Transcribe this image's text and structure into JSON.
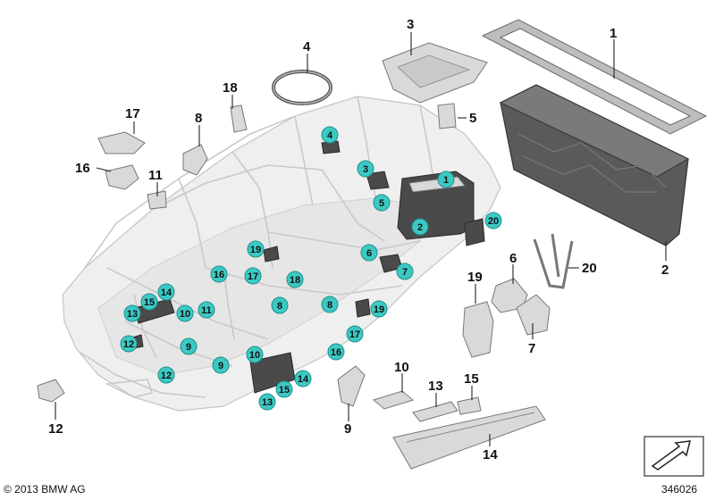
{
  "footer": {
    "copyright": "© 2013 BMW AG",
    "image_number": "346026"
  },
  "callouts": [
    "1",
    "2",
    "3",
    "4",
    "5",
    "6",
    "7",
    "8",
    "9",
    "10",
    "11",
    "12",
    "13",
    "14",
    "15",
    "16",
    "17",
    "18",
    "20"
  ],
  "bubbles": [
    "1",
    "2",
    "3",
    "4",
    "5",
    "6",
    "7",
    "8",
    "9",
    "10",
    "11",
    "12",
    "13",
    "14",
    "15",
    "16",
    "17",
    "18",
    "19",
    "20"
  ],
  "colors": {
    "bubble_fill": "#3cc9c4",
    "body": "#efefef"
  }
}
